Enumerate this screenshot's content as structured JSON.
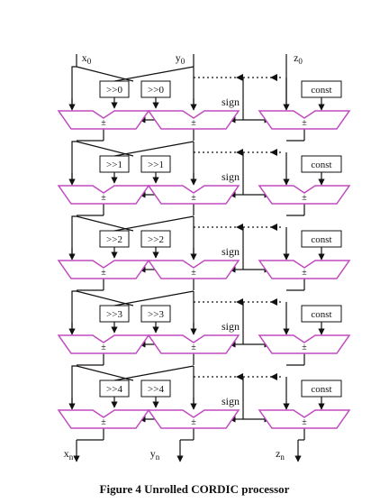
{
  "diagram": {
    "inputs": {
      "x": "x0",
      "y": "y0",
      "z": "z0"
    },
    "outputs": {
      "x": "xn",
      "y": "yn",
      "z": "zn"
    },
    "stages": [
      {
        "shift_x": ">>0",
        "shift_y": ">>0",
        "sign": "sign",
        "const": "const",
        "op": "±"
      },
      {
        "shift_x": ">>1",
        "shift_y": ">>1",
        "sign": "sign",
        "const": "const",
        "op": "±"
      },
      {
        "shift_x": ">>2",
        "shift_y": ">>2",
        "sign": "sign",
        "const": "const",
        "op": "±"
      },
      {
        "shift_x": ">>3",
        "shift_y": ">>3",
        "sign": "sign",
        "const": "const",
        "op": "±"
      },
      {
        "shift_x": ">>4",
        "shift_y": ">>4",
        "sign": "sign",
        "const": "const",
        "op": "±"
      }
    ],
    "caption": "Figure 4 Unrolled CORDIC processor",
    "colors": {
      "adder": "#c04ac0",
      "wire": "#111111"
    }
  }
}
